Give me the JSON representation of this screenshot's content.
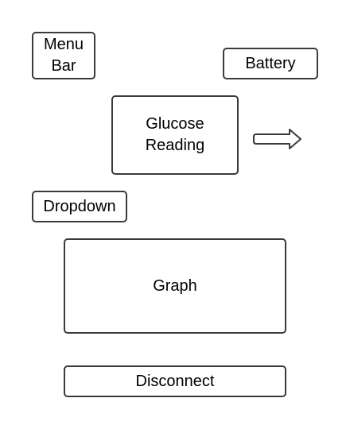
{
  "diagram": {
    "menu_bar": {
      "line1": "Menu",
      "line2": "Bar"
    },
    "battery": {
      "label": "Battery"
    },
    "glucose_reading": {
      "line1": "Glucose",
      "line2": "Reading"
    },
    "dropdown": {
      "label": "Dropdown"
    },
    "graph": {
      "label": "Graph"
    },
    "disconnect": {
      "label": "Disconnect"
    },
    "arrow_icon": "right-arrow-icon"
  },
  "colors": {
    "stroke": "#3a3a3a",
    "background": "#ffffff",
    "text": "#000000"
  }
}
